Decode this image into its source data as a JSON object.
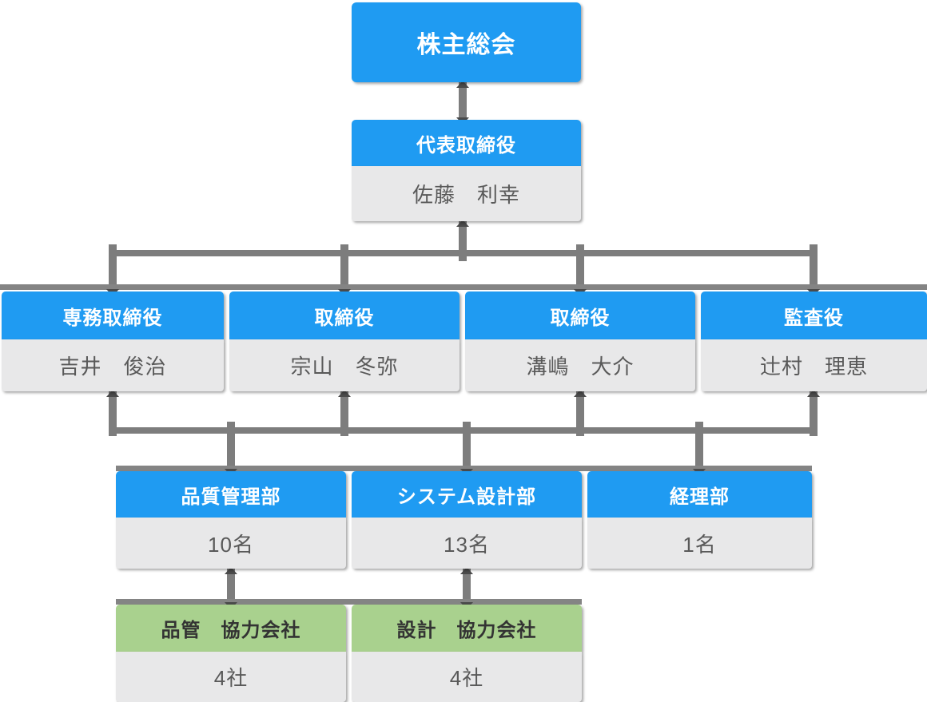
{
  "nodes": {
    "shareholders": {
      "title": "株主総会"
    },
    "representative_director": {
      "title": "代表取締役",
      "name": "佐藤　利幸"
    },
    "senior_managing_director": {
      "title": "専務取締役",
      "name": "吉井　俊治"
    },
    "director_1": {
      "title": "取締役",
      "name": "宗山　冬弥"
    },
    "director_2": {
      "title": "取締役",
      "name": "溝嶋　大介"
    },
    "auditor": {
      "title": "監査役",
      "name": "辻村　理恵"
    },
    "quality_control_dept": {
      "title": "品質管理部",
      "headcount": "10名"
    },
    "system_design_dept": {
      "title": "システム設計部",
      "headcount": "13名"
    },
    "accounting_dept": {
      "title": "経理部",
      "headcount": "1名"
    },
    "qc_partner_companies": {
      "title": "品管　協力会社",
      "count": "4社"
    },
    "design_partner_companies": {
      "title": "設計　協力会社",
      "count": "4社"
    }
  },
  "colors": {
    "header-blue": "#1f9bf2",
    "header-green": "#a9d18e",
    "body-gray": "#e8e8e9",
    "connector-gray": "#7d7d7d",
    "band-gray": "#848484",
    "arrow-gray": "#4a4a4a",
    "header-text": "#ffffff",
    "green-header-text": "#333333",
    "body-text": "#595959"
  }
}
